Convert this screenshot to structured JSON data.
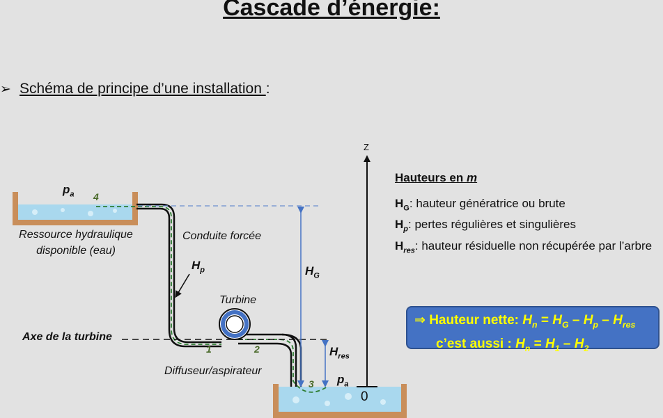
{
  "title": "Cascade d’énergie:",
  "bullet": "➢",
  "subtitle": "Schéma de principe d’une installation ",
  "subtitle_colon": ":",
  "labels": {
    "pa_top": "p",
    "pa_sub": "a",
    "reservoir_line1": "Ressource hydraulique",
    "reservoir_line2": "disponible (eau)",
    "conduite": "Conduite forcée",
    "hp": "H",
    "hp_sub": "p",
    "hg": "H",
    "hg_sub": "G",
    "hres": "H",
    "hres_sub": "res",
    "turbine": "Turbine",
    "axe": "Axe de la turbine",
    "diffuseur": "Diffuseur/aspirateur",
    "pa_bottom": "p",
    "pa_bottom_sub": "a",
    "z_axis": "Z",
    "zero": "0",
    "point1": "1",
    "point2": "2",
    "point3": "3",
    "point4": "4"
  },
  "heights": {
    "header": "Hauteurs en ",
    "header_unit": "m",
    "hg_sym": "H",
    "hg_sub": "G",
    "hg_text": ": hauteur génératrice ou brute",
    "hp_sym": "H",
    "hp_sub": "p",
    "hp_text": ": pertes régulières et singulières",
    "hres_sym": "H",
    "hres_sub": "res",
    "hres_text": ": hauteur résiduelle non récupérée par l’arbre"
  },
  "net_box": {
    "arrow": "⇒",
    "line1_label": "Hauteur nette: ",
    "hn": "H",
    "hn_sub": "n",
    "eq": " = ",
    "hg": "H",
    "hg_sub": "G",
    "minus1": " – ",
    "hp": "H",
    "hp_sub": "p",
    "minus2": " – ",
    "hres": "H",
    "hres_sub": "res",
    "line2_label": "c’est aussi : ",
    "hn2": "H",
    "hn2_sub": "n",
    "eq2": " = ",
    "h1": "H",
    "h1_sub": "1",
    "minus3": " – ",
    "h2": "H",
    "h2_sub": "2"
  },
  "colors": {
    "water": "#a9d8ee",
    "ground": "#c98e5a",
    "pipe": "#111111",
    "flow_dash": "#2e7d32",
    "arrow": "#4472c4",
    "box": "#4472c4",
    "box_text": "#ffff00"
  }
}
